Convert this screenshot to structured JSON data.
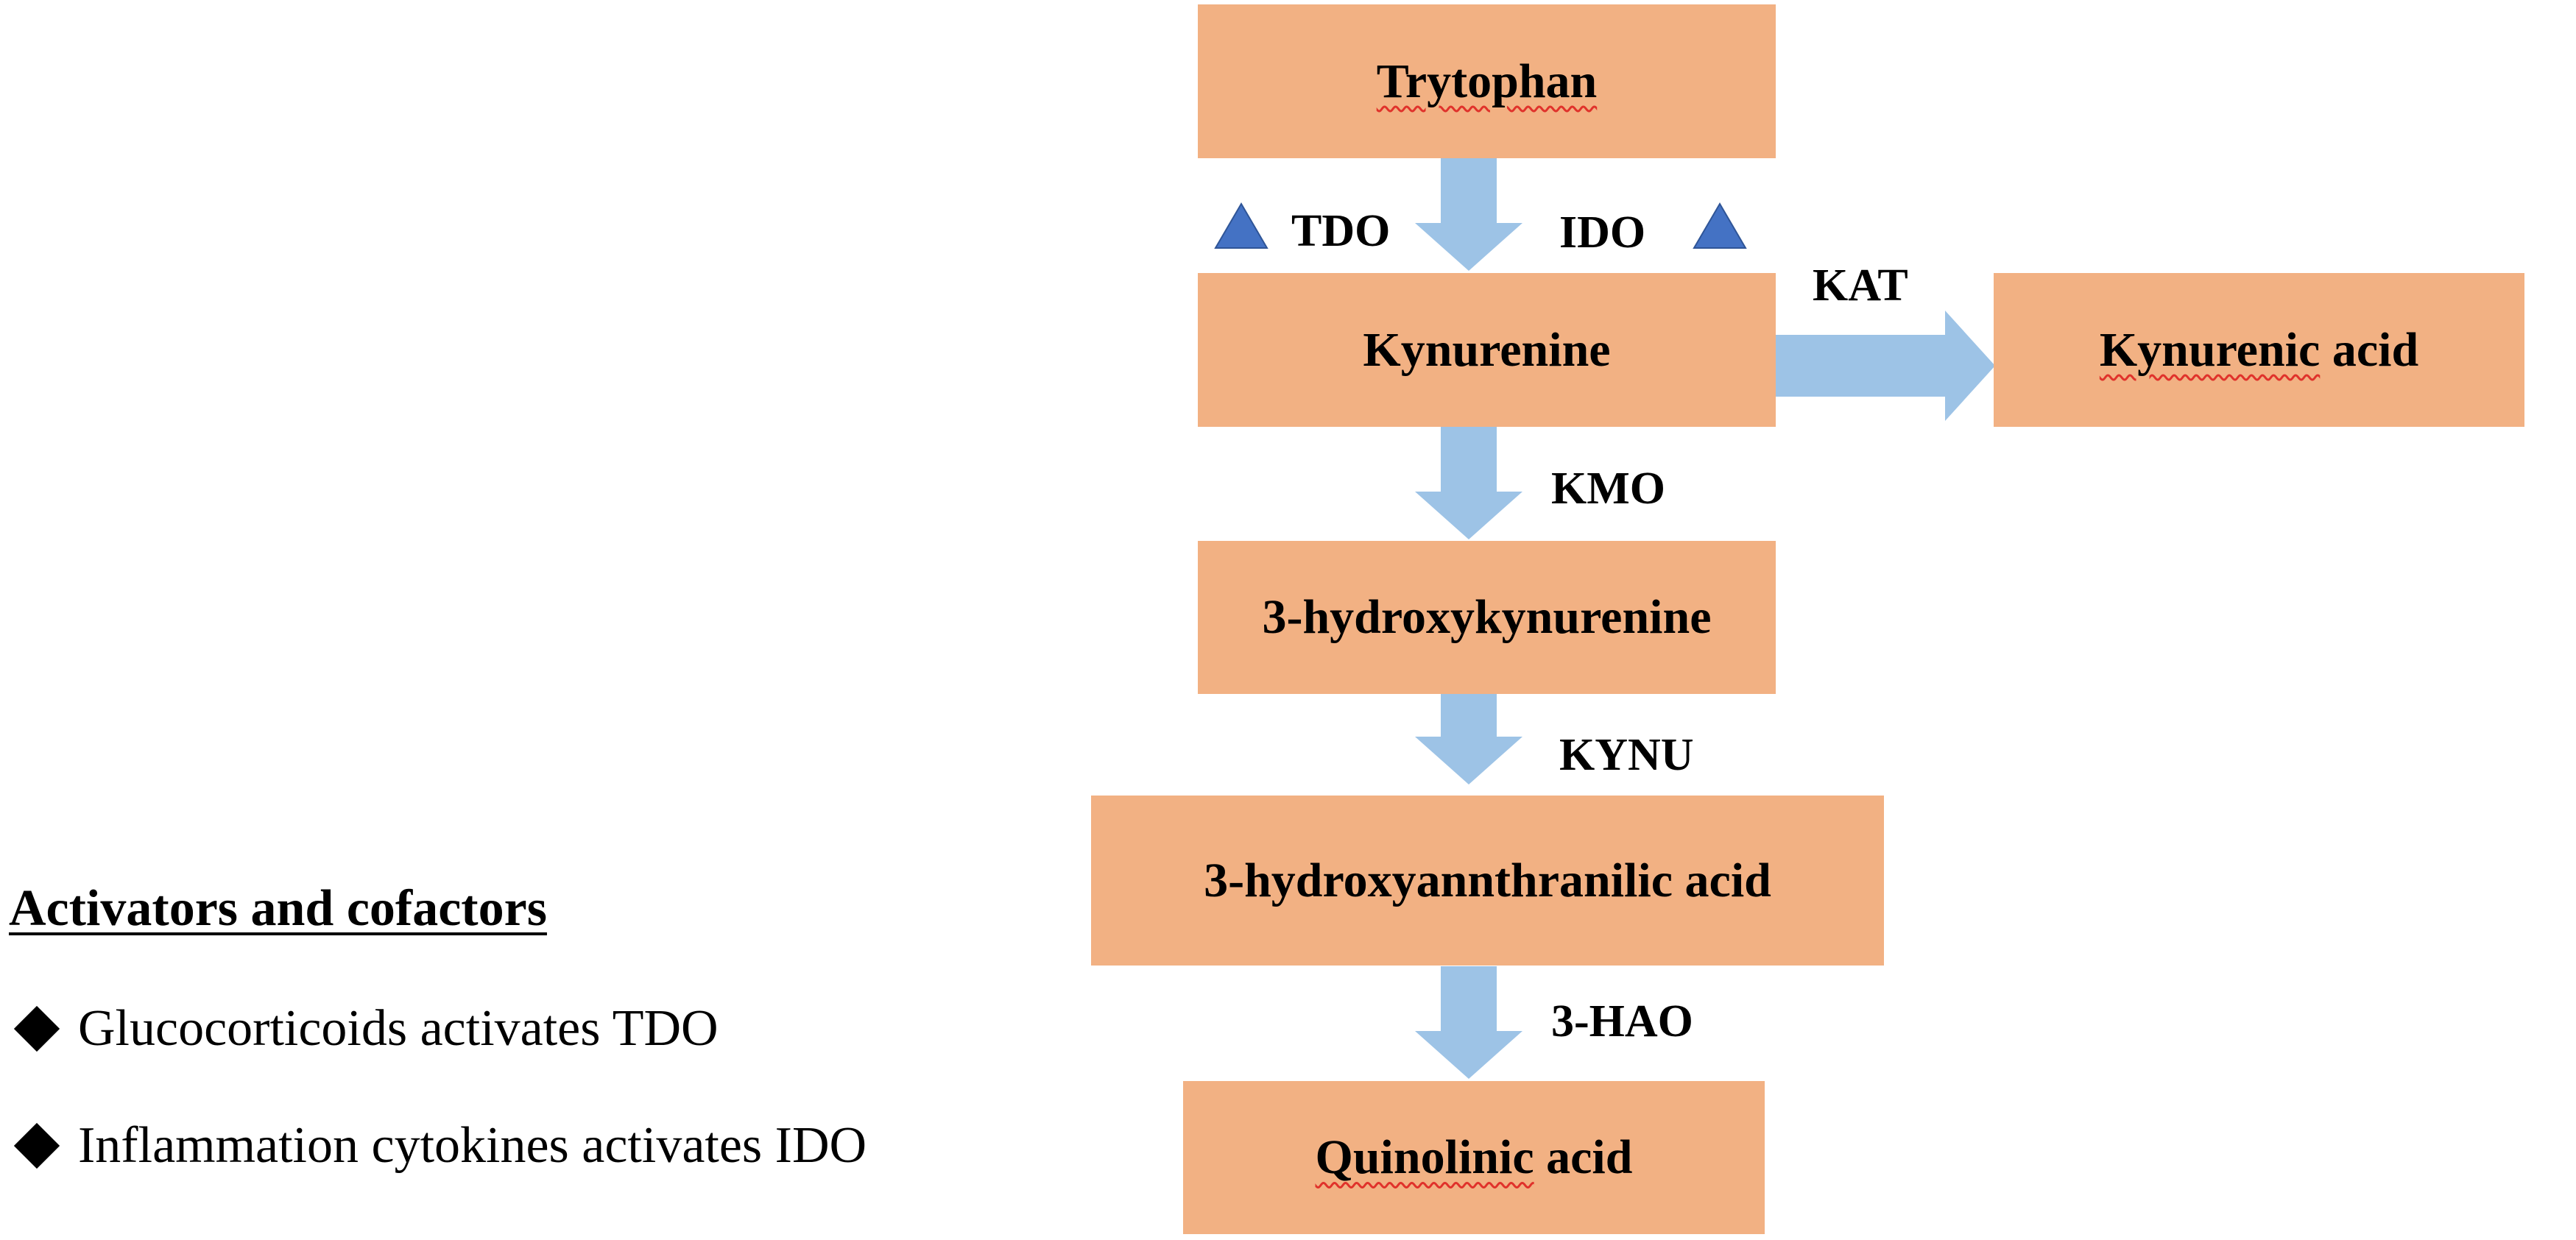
{
  "nodes": {
    "tryptophan": {
      "text": "Trytophan"
    },
    "kynurenine": {
      "text": "Kynurenine"
    },
    "kynurenic_acid": {
      "word1": "Kynurenic",
      "word2": " acid"
    },
    "hydroxykynurenine": {
      "text": "3-hydroxykynurenine"
    },
    "hydroxyanthranilic_acid": {
      "text": "3-hydroxyannthranilic acid"
    },
    "quinolinic_acid": {
      "word1": "Quinolinic",
      "word2": " acid"
    }
  },
  "enzymes": {
    "tdo": "TDO",
    "ido": "IDO",
    "kat": "KAT",
    "kmo": "KMO",
    "kynu": "KYNU",
    "hao": "3-HAO"
  },
  "legend": {
    "title": "Activators and cofactors",
    "items": [
      "Glucocorticoids activates TDO",
      "Inflammation cytokines activates IDO"
    ]
  },
  "colors": {
    "box_fill": "#f2b183",
    "arrow_fill": "#9dc3e6",
    "triangle_fill": "#4472c4",
    "spellcheck_underline": "#e0322b"
  }
}
